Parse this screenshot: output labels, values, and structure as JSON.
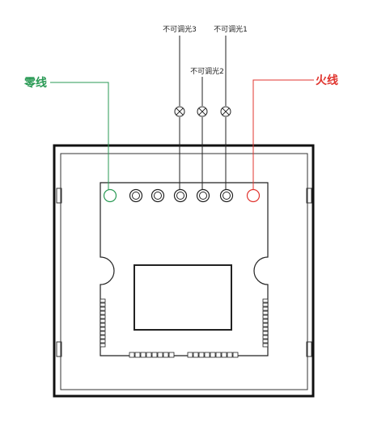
{
  "labels": {
    "neutral": "零线",
    "live": "火线",
    "load1": "不可调光1",
    "load2": "不可调光2",
    "load3": "不可调光3"
  },
  "colors": {
    "neutral": "#2a9a55",
    "live": "#e0352f",
    "outline": "#222222",
    "frame": "#111111"
  },
  "terminals": [
    "neutral",
    "load3",
    "load2",
    "load1",
    "live"
  ]
}
